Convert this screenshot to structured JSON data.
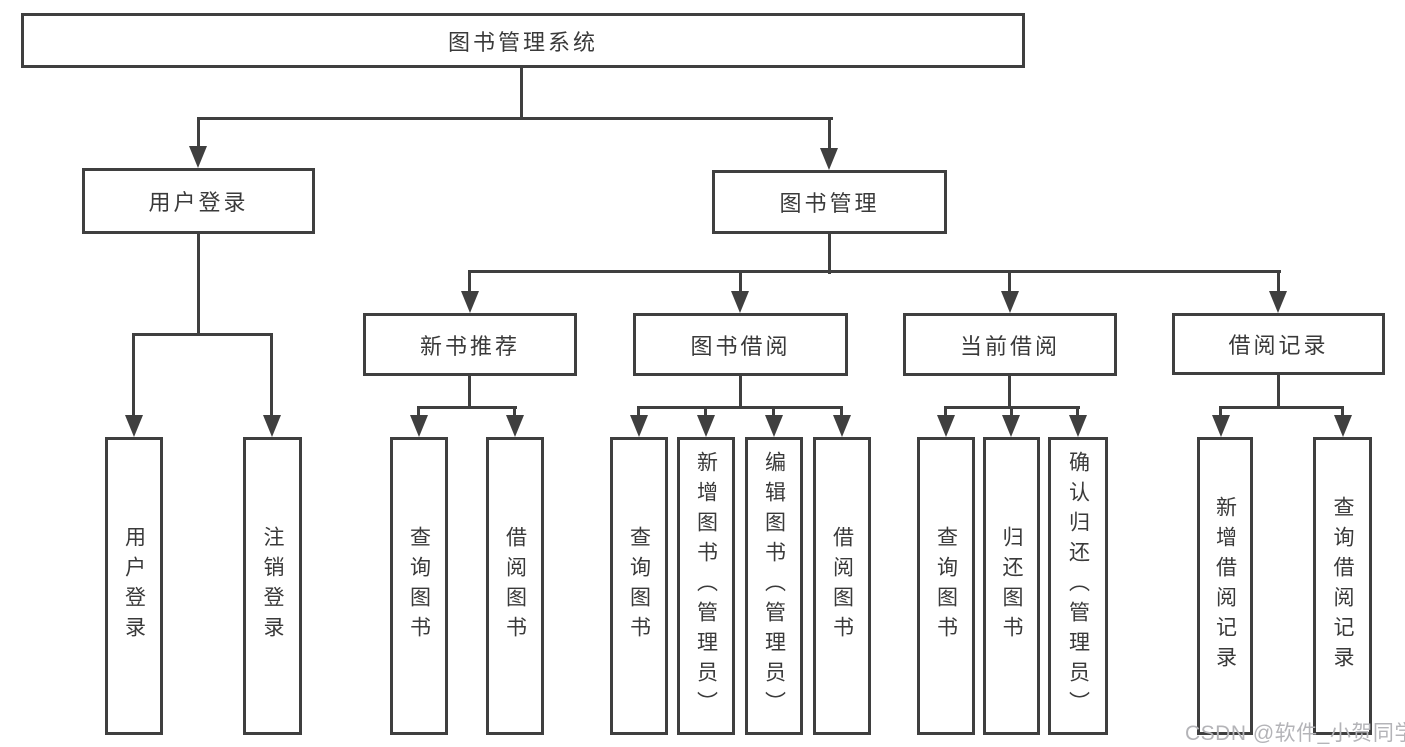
{
  "diagram_type": "hierarchy-tree",
  "title": "图书管理系统",
  "colors": {
    "line": "#3f3f3f",
    "text": "#3a3a3a",
    "background": "#ffffff",
    "watermark": "#b4b4b8"
  },
  "root": {
    "label": "图书管理系统"
  },
  "level2": [
    {
      "label": "用户登录",
      "parent": "图书管理系统"
    },
    {
      "label": "图书管理",
      "parent": "图书管理系统"
    }
  ],
  "level3": [
    {
      "label": "新书推荐",
      "parent": "图书管理"
    },
    {
      "label": "图书借阅",
      "parent": "图书管理"
    },
    {
      "label": "当前借阅",
      "parent": "图书管理"
    },
    {
      "label": "借阅记录",
      "parent": "图书管理"
    }
  ],
  "leaves": [
    {
      "label": "用户登录",
      "parent": "用户登录"
    },
    {
      "label": "注销登录",
      "parent": "用户登录"
    },
    {
      "label": "查询图书",
      "parent": "新书推荐"
    },
    {
      "label": "借阅图书",
      "parent": "新书推荐"
    },
    {
      "label": "查询图书",
      "parent": "图书借阅"
    },
    {
      "label": "新增图书（管理员）",
      "parent": "图书借阅"
    },
    {
      "label": "编辑图书（管理员）",
      "parent": "图书借阅"
    },
    {
      "label": "借阅图书",
      "parent": "图书借阅"
    },
    {
      "label": "查询图书",
      "parent": "当前借阅"
    },
    {
      "label": "归还图书",
      "parent": "当前借阅"
    },
    {
      "label": "确认归还（管理员）",
      "parent": "当前借阅"
    },
    {
      "label": "新增借阅记录",
      "parent": "借阅记录"
    },
    {
      "label": "查询借阅记录",
      "parent": "借阅记录"
    }
  ],
  "watermark": "CSDN @软件_小贺同学"
}
